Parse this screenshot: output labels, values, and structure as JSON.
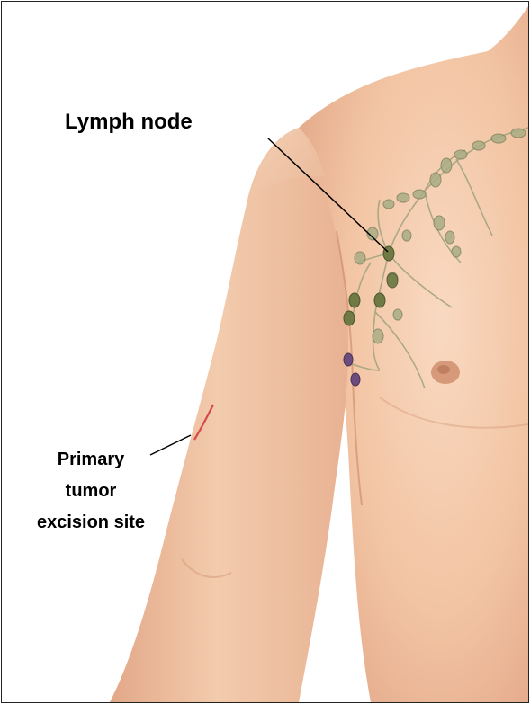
{
  "labels": {
    "lymph_node": "Lymph node",
    "excision_site": [
      "Primary",
      "tumor",
      "excision site"
    ]
  },
  "colors": {
    "skin": "#f4c7a6",
    "skin_shadow": "#dba07f",
    "node_green": "#8b9060",
    "node_dark_green": "#5f6b3b",
    "node_purple": "#6b4c7d",
    "incision": "#d64a4a",
    "border": "#222222"
  }
}
